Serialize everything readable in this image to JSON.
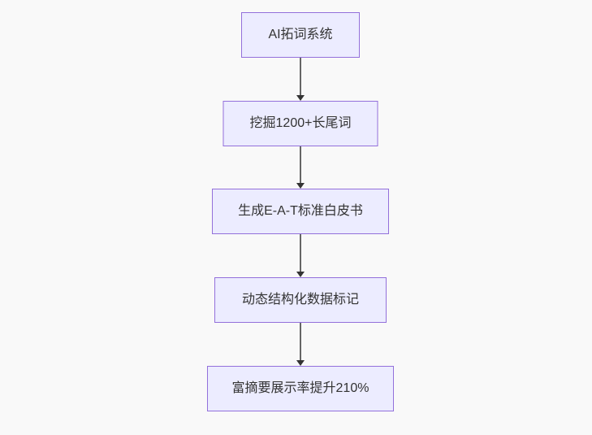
{
  "diagram": {
    "type": "flowchart",
    "direction": "top-down",
    "nodes": [
      {
        "id": "node-1",
        "label": "AI拓词系统"
      },
      {
        "id": "node-2",
        "label": "挖掘1200+长尾词"
      },
      {
        "id": "node-3",
        "label": "生成E-A-T标准白皮书"
      },
      {
        "id": "node-4",
        "label": "动态结构化数据标记"
      },
      {
        "id": "node-5",
        "label": "富摘要展示率提升210%"
      }
    ],
    "edges": [
      {
        "from": "node-1",
        "to": "node-2",
        "style": "solid-arrow"
      },
      {
        "from": "node-2",
        "to": "node-3",
        "style": "solid-arrow"
      },
      {
        "from": "node-3",
        "to": "node-4",
        "style": "solid-arrow"
      },
      {
        "from": "node-4",
        "to": "node-5",
        "style": "solid-arrow"
      }
    ],
    "colors": {
      "background": "#f9f9f9",
      "node_fill": "#ECECFF",
      "node_border": "#9370DB",
      "edge_line": "#666666",
      "arrowhead": "#333333",
      "text": "#333333"
    }
  }
}
